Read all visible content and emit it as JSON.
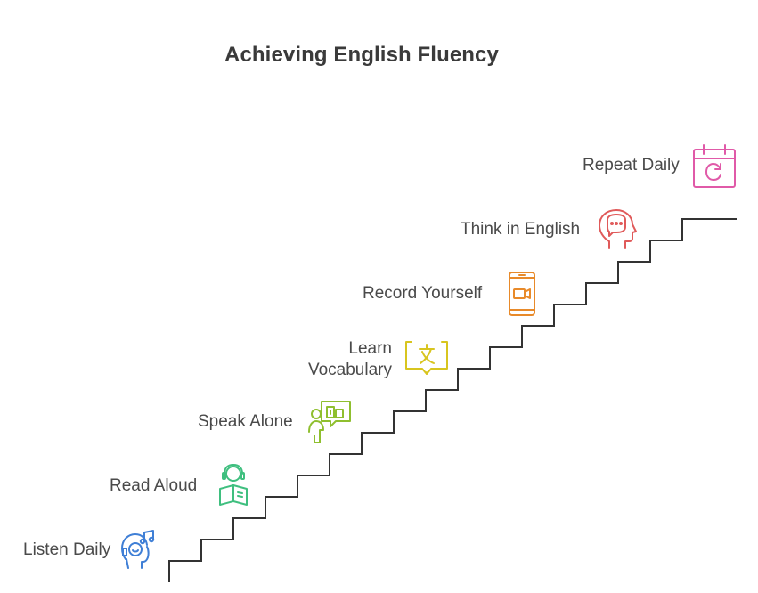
{
  "title": "Achieving English Fluency",
  "steps": [
    {
      "label": "Listen Daily",
      "icon": "headphones-music-icon",
      "color": "#3f7fd6"
    },
    {
      "label": "Read Aloud",
      "icon": "reading-person-icon",
      "color": "#3fbf7f"
    },
    {
      "label": "Speak Alone",
      "icon": "speaking-person-icon",
      "color": "#8fbf2f"
    },
    {
      "label": "Learn Vocabulary",
      "icon": "translate-book-icon",
      "color": "#d8c51f"
    },
    {
      "label": "Record Yourself",
      "icon": "phone-video-icon",
      "color": "#e88a2a"
    },
    {
      "label": "Think in English",
      "icon": "thinking-head-icon",
      "color": "#e05a5a"
    },
    {
      "label": "Repeat Daily",
      "icon": "calendar-repeat-icon",
      "color": "#e05aa8"
    }
  ]
}
